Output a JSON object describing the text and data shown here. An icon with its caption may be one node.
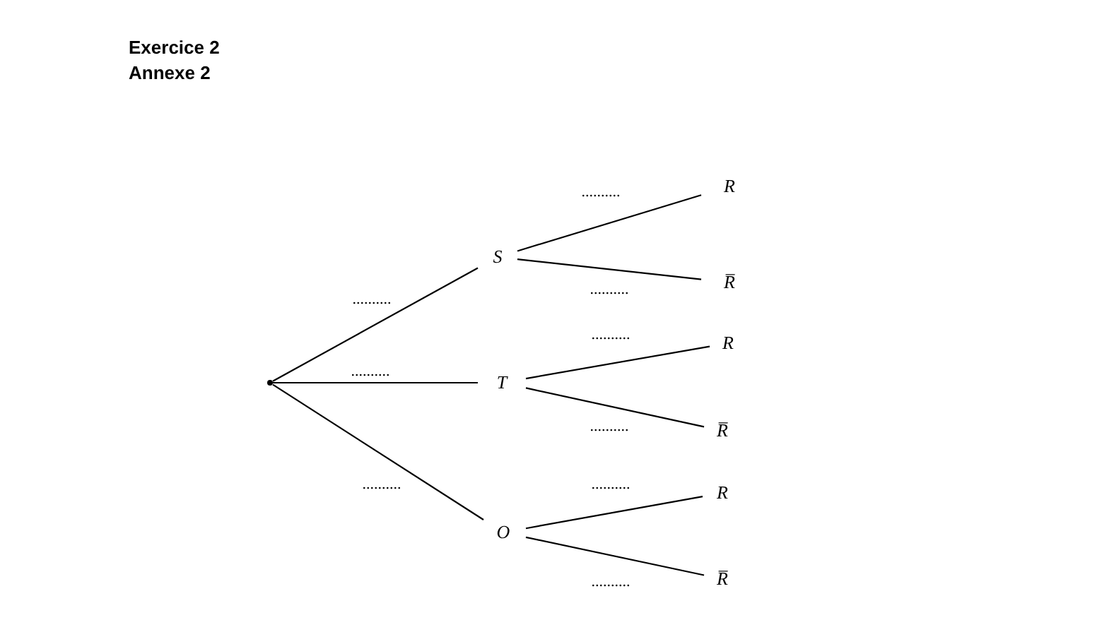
{
  "diagram": {
    "title": "Exercice 2 Annexe 2",
    "nodes": [
      {
        "text": [],
        "shape": "circle"
      },
      {
        "text": [
          "S"
        ]
      },
      {
        "text": [
          "R"
        ]
      },
      {
        "text": [
          "R̅"
        ]
      },
      {
        "text": [
          "T"
        ]
      },
      {
        "text": [
          "R"
        ]
      },
      {
        "text": [
          "R̅"
        ]
      },
      {
        "text": [
          "O"
        ]
      },
      {
        "text": [
          "R"
        ]
      },
      {
        "text": [
          "R̅"
        ]
      }
    ],
    "edges": [
      {
        "from": 0,
        "to": 1,
        "arrow": "none",
        "label": ".........."
      },
      {
        "from": 0,
        "to": 4,
        "arrow": "none",
        "label": ".........."
      },
      {
        "from": 0,
        "to": 7,
        "arrow": "none",
        "label": ".........."
      },
      {
        "from": 1,
        "to": 2,
        "arrow": "none",
        "label": ".........."
      },
      {
        "from": 1,
        "to": 3,
        "arrow": "none",
        "label": ".........."
      },
      {
        "from": 4,
        "to": 5,
        "arrow": "none",
        "label": ".........."
      },
      {
        "from": 4,
        "to": 6,
        "arrow": "none",
        "label": ".........."
      },
      {
        "from": 7,
        "to": 8,
        "arrow": "none",
        "label": ".........."
      },
      {
        "from": 7,
        "to": 9,
        "arrow": "none",
        "label": ".........."
      }
    ]
  }
}
